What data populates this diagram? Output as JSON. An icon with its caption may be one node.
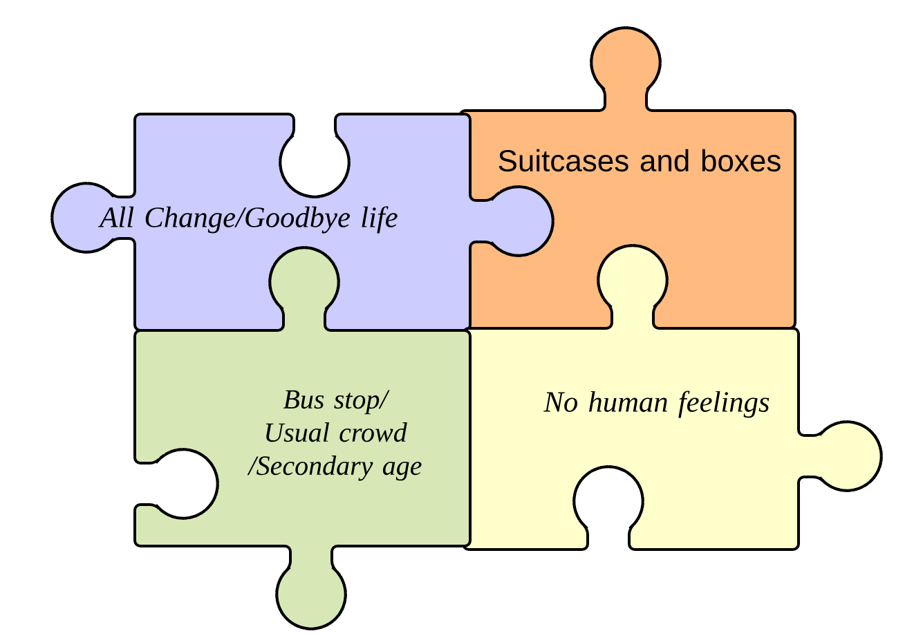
{
  "diagram": {
    "nodes": [
      {
        "text": [
          "All Change/Goodbye life"
        ]
      },
      {
        "text": [
          "Suitcases and boxes"
        ]
      },
      {
        "text": [
          "Bus stop/ Usual crowd /Secondary age"
        ]
      },
      {
        "text": [
          "No human feelings"
        ]
      }
    ]
  }
}
